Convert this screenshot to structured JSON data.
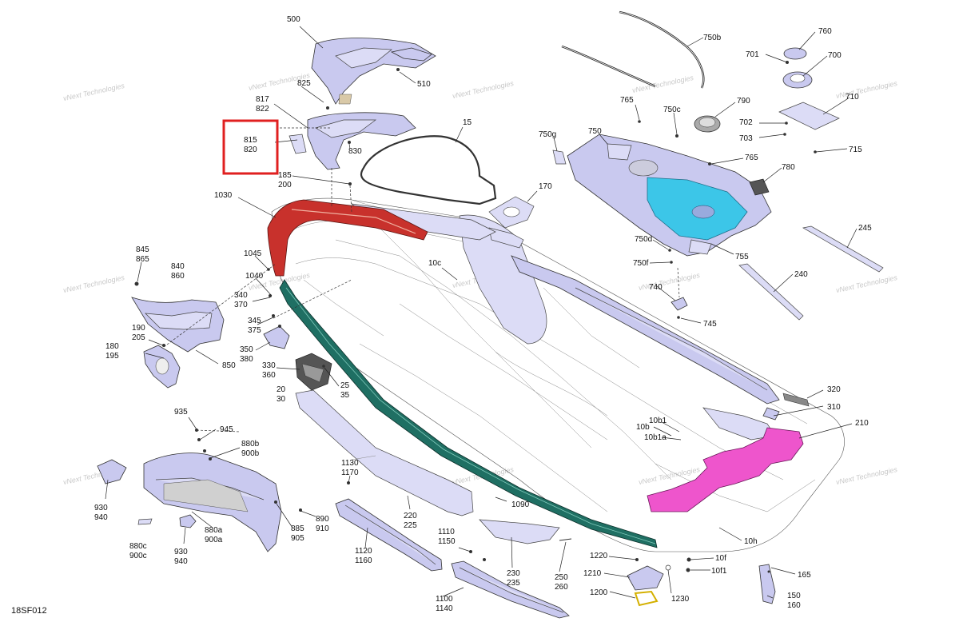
{
  "diagram_code": "18SF012",
  "watermark": {
    "line1": "vNext",
    "line2": "Technologies",
    "single": "vNext Technologies"
  },
  "highlight_color": "#e02020",
  "part_colors": {
    "bumper_red": "#c8312c",
    "rail_teal": "#1f6f63",
    "pad_cyan": "#3cc6e8",
    "mat_magenta": "#ee55cc",
    "parts_lavender": "#c9c9ef"
  },
  "labels": {
    "l500": "500",
    "l510": "510",
    "l825": "825",
    "l817": "817",
    "l822": "822",
    "l830": "830",
    "l815": "815",
    "l820": "820",
    "l185": "185",
    "l200": "200",
    "l15": "15",
    "l170": "170",
    "l1030": "1030",
    "l845": "845",
    "l865": "865",
    "l840": "840",
    "l860": "860",
    "l1045": "1045",
    "l1040": "1040",
    "l340": "340",
    "l370": "370",
    "l345": "345",
    "l375": "375",
    "l350": "350",
    "l380": "380",
    "l330": "330",
    "l360": "360",
    "l20": "20",
    "l30": "30",
    "l25": "25",
    "l35": "35",
    "l190": "190",
    "l205": "205",
    "l180": "180",
    "l195": "195",
    "l850": "850",
    "l10c": "10c",
    "l935": "935",
    "l945": "945",
    "l880b": "880b",
    "l900b": "900b",
    "l930a": "930",
    "l940a": "940",
    "l930b": "930",
    "l940b": "940",
    "l880c": "880c",
    "l900c": "900c",
    "l880a": "880a",
    "l900a": "900a",
    "l885": "885",
    "l905": "905",
    "l890": "890",
    "l910": "910",
    "l1130": "1130",
    "l1170": "1170",
    "l220": "220",
    "l225": "225",
    "l1120": "1120",
    "l1160": "1160",
    "l1090": "1090",
    "l1110": "1110",
    "l1150": "1150",
    "l230": "230",
    "l235": "235",
    "l250": "250",
    "l260": "260",
    "l1100": "1100",
    "l1140": "1140",
    "l750b": "750b",
    "l760": "760",
    "l701": "701",
    "l700": "700",
    "l710": "710",
    "l765a": "765",
    "l750c": "750c",
    "l790": "790",
    "l702": "702",
    "l703": "703",
    "l715": "715",
    "l750g": "750g",
    "l750": "750",
    "l765b": "765",
    "l780": "780",
    "l750d": "750d",
    "l750f": "750f",
    "l755": "755",
    "l245": "245",
    "l240": "240",
    "l740": "740",
    "l745": "745",
    "l320": "320",
    "l310": "310",
    "l210": "210",
    "l10b1": "10b1",
    "l10b": "10b",
    "l10b1a": "10b1a",
    "l10h": "10h",
    "l1220": "1220",
    "l1210": "1210",
    "l1200": "1200",
    "l1230": "1230",
    "l10f": "10f",
    "l10f1": "10f1",
    "l165": "165",
    "l150": "150",
    "l160": "160"
  }
}
